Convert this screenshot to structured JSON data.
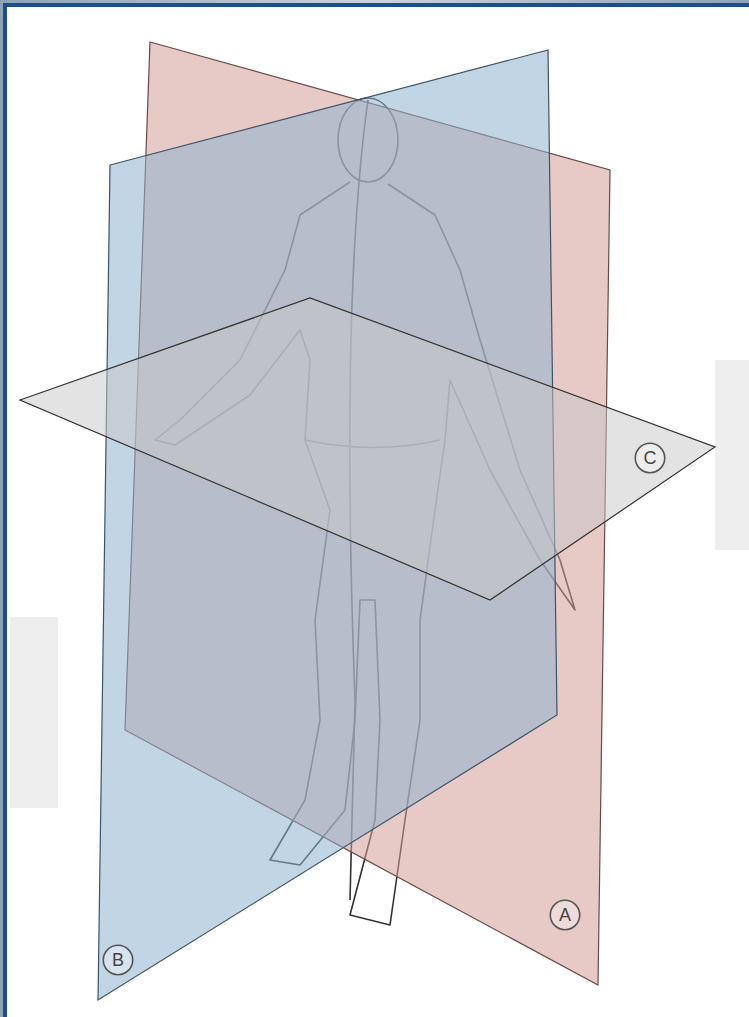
{
  "diagram": {
    "nodes": [
      {
        "text": [
          "C"
        ]
      },
      {
        "text": [
          "A"
        ]
      },
      {
        "text": [
          "B"
        ]
      }
    ]
  }
}
